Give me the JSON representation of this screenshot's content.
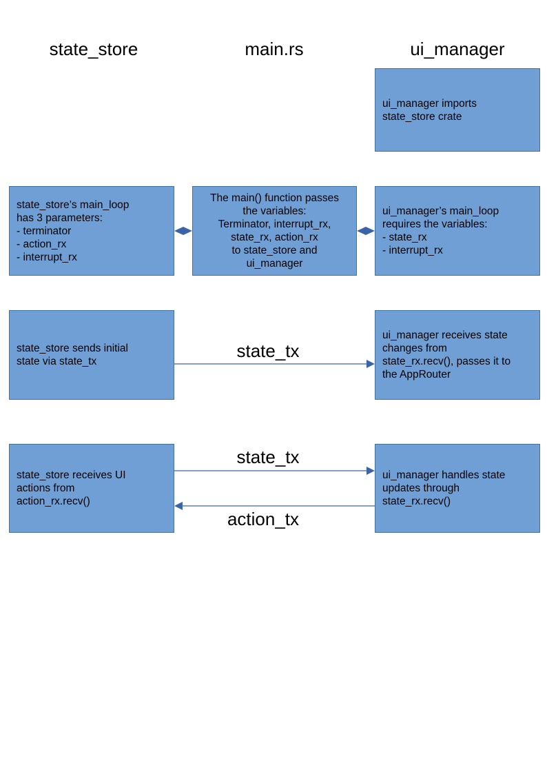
{
  "headers": {
    "left": "state_store",
    "middle": "main.rs",
    "right": "ui_manager"
  },
  "colors": {
    "box_fill": "#6f9fd4",
    "box_border": "#41729f",
    "arrow": "#3a63a8"
  },
  "boxes": {
    "ui_imports": "ui_manager imports\nstate_store crate",
    "store_main_loop": "state_store’s main_loop\nhas 3 parameters:\n- terminator\n- action_rx\n- interrupt_rx",
    "main_fn": "The main() function passes\nthe variables:\nTerminator, interrupt_rx,\nstate_rx, action_rx\nto state_store and\nui_manager",
    "ui_main_loop": "ui_manager’s main_loop\nrequires the variables:\n- state_rx\n- interrupt_rx",
    "store_sends": "state_store sends initial\nstate via state_tx",
    "ui_receives": "ui_manager receives state\nchanges from\nstate_rx.recv(), passes it to\nthe AppRouter",
    "store_receives": "state_store receives UI\nactions from\naction_rx.recv()",
    "ui_handles": "ui_manager handles state\nupdates through\nstate_rx.recv()"
  },
  "arrows": {
    "row3_label": "state_tx",
    "row4_top_label": "state_tx",
    "row4_bottom_label": "action_tx"
  }
}
